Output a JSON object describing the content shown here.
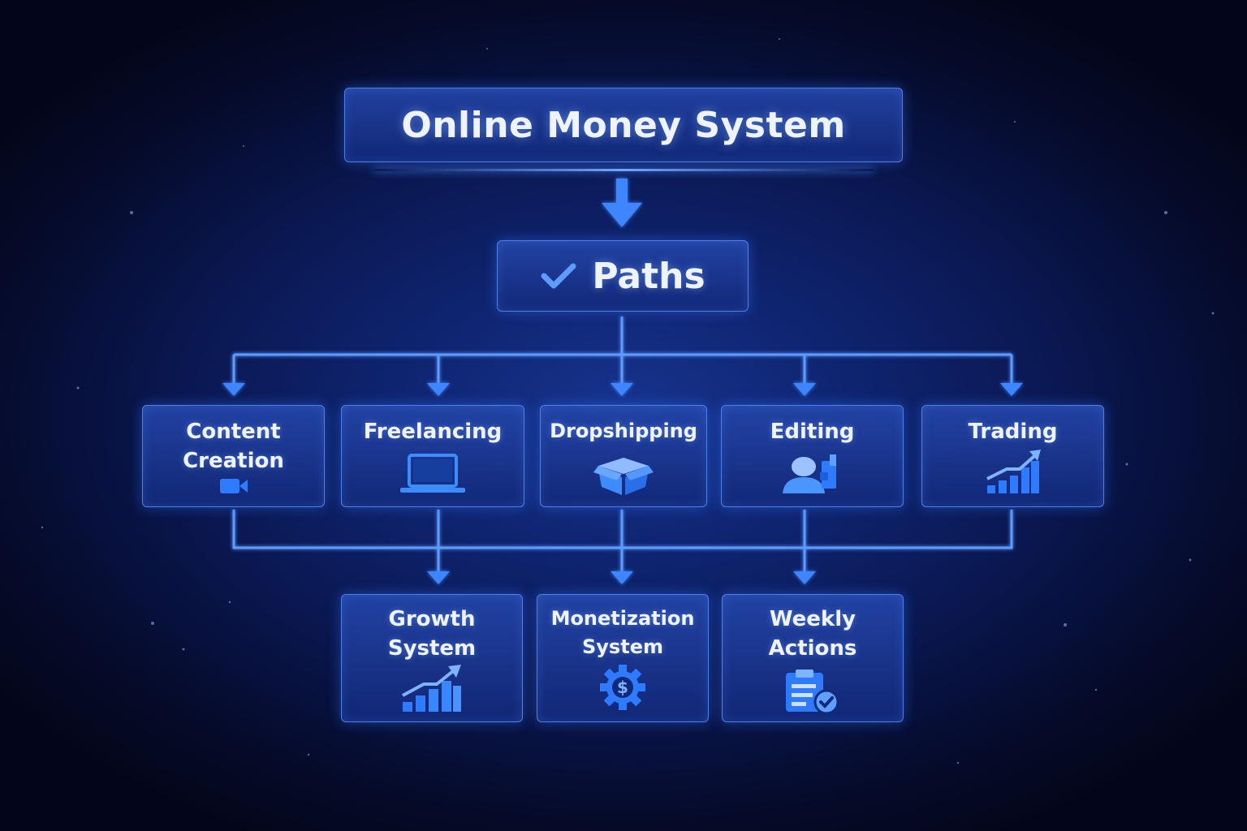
{
  "title": "Online Money System",
  "paths": {
    "label": "Paths",
    "icon": "checkmark-icon"
  },
  "path_items": [
    {
      "label": "Content\nCreation",
      "icon": "video-camera-icon"
    },
    {
      "label": "Freelancing",
      "icon": "laptop-icon"
    },
    {
      "label": "Dropshipping",
      "icon": "package-box-icon"
    },
    {
      "label": "Editing",
      "icon": "user-edit-icon"
    },
    {
      "label": "Trading",
      "icon": "trend-chart-icon"
    }
  ],
  "systems": [
    {
      "label": "Growth\nSystem",
      "icon": "growth-chart-icon"
    },
    {
      "label": "Monetization\nSystem",
      "icon": "dollar-gear-icon"
    },
    {
      "label": "Weekly\nActions",
      "icon": "checklist-icon"
    }
  ],
  "colors": {
    "accent": "#4d8dff",
    "line": "#5c9bff",
    "box_border": "#4f7fe6",
    "text": "#eef3ff"
  }
}
